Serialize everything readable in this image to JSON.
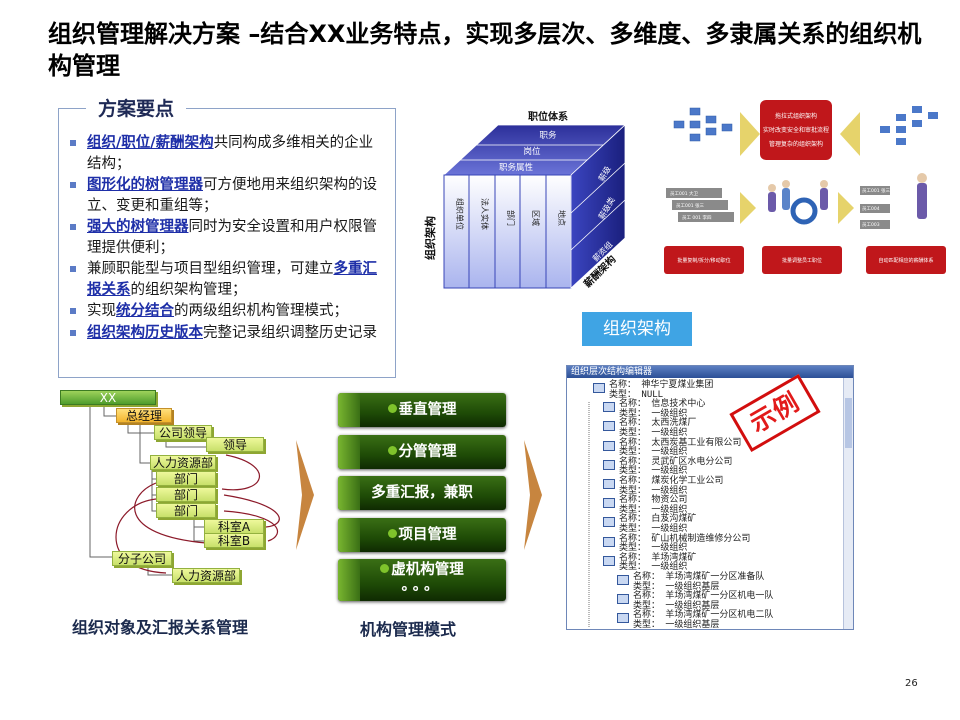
{
  "title": "组织管理解决方案 –结合XX业务特点，实现多层次、多维度、多隶属关系的组织机构管理",
  "scheme": {
    "heading": "方案要点",
    "items": [
      {
        "hl": "组织/职位/薪酬架构",
        "text": "共同构成多维相关的企业结构；"
      },
      {
        "hl": "图形化的树管理器",
        "text": "可方便地用来组织架构的设立、变更和重组等；"
      },
      {
        "hl": "强大的树管理器",
        "text": "同时为安全设置和用户权限管理提供便利；"
      },
      {
        "pre": "兼顾职能型与项目型组织管理，可建立",
        "hl": "多重汇报关系",
        "text": "的组织架构管理；"
      },
      {
        "pre": "实现",
        "hl": "统分结合",
        "text": "的两级组织机构管理模式；"
      },
      {
        "hl": "组织架构历史版本",
        "text": "完整记录组织调整历史记录"
      }
    ]
  },
  "cube": {
    "top_label": "职位体系",
    "top_rows": [
      "职务",
      "岗位",
      "职务属性"
    ],
    "front_cols": [
      "组织单位",
      "法人实体",
      "部门",
      "区域",
      "地点"
    ],
    "left_label": "组织架构",
    "side_rows": [
      "薪级",
      "薪级类",
      "薪资组"
    ],
    "right_label": "薪酬架构"
  },
  "flow": {
    "red_box_lines": [
      "拖拉式组织架构",
      "实时改变安全和审批流程",
      "管理复杂的组织架构"
    ],
    "cards_left": [
      "员工001 大卫",
      "员工001 张三",
      "员工 001 李四"
    ],
    "cards_right": [
      "员工001 张三",
      "员工004",
      "员工003"
    ],
    "bottom_labels": [
      "批量复制/拆分/移动职位",
      "批量调整员工职位",
      "自动匹配相应的薪酬体系"
    ]
  },
  "org_button": "组织架构",
  "tree": {
    "nodes": [
      "XX",
      "总经理",
      "公司领导",
      "领导",
      "人力资源部",
      "部门",
      "部门",
      "部门",
      "科室A",
      "科室B",
      "分子公司",
      "人力资源部"
    ]
  },
  "caption_left": "组织对象及汇报关系管理",
  "caption_mid": "机构管理模式",
  "modes": [
    "垂直管理",
    "分管管理",
    "多重汇报，兼职",
    "项目管理",
    "虚机构管理",
    "。。。"
  ],
  "editor": {
    "title": "组织层次结构编辑器",
    "rows": [
      {
        "name": "名称：  神华宁夏煤业集团",
        "type": "类型：  NULL"
      },
      {
        "name": "名称：  信息技术中心",
        "type": "类型：  一级组织"
      },
      {
        "name": "名称：  太西洗煤厂",
        "type": "类型：  一级组织"
      },
      {
        "name": "名称：  太西炭基工业有限公司",
        "type": "类型：  一级组织"
      },
      {
        "name": "名称：  灵武矿区水电分公司",
        "type": "类型：  一级组织"
      },
      {
        "name": "名称：  煤炭化学工业公司",
        "type": "类型：  一级组织"
      },
      {
        "name": "名称：  物资公司",
        "type": "类型：  一级组织"
      },
      {
        "name": "名称：  白芨沟煤矿",
        "type": "类型：  一级组织"
      },
      {
        "name": "名称：  矿山机械制造维修分公司",
        "type": "类型：  一级组织"
      },
      {
        "name": "名称：  羊场湾煤矿",
        "type": "类型：  一级组织"
      },
      {
        "name": "名称：  羊场湾煤矿一分区准备队",
        "type": "类型：  一级组织基层"
      },
      {
        "name": "名称：  羊场湾煤矿一分区机电一队",
        "type": "类型：  一级组织基层"
      },
      {
        "name": "名称：  羊场湾煤矿一分区机电二队",
        "type": "类型：  一级组织基层"
      }
    ]
  },
  "stamp": "示例",
  "page_number": "26"
}
